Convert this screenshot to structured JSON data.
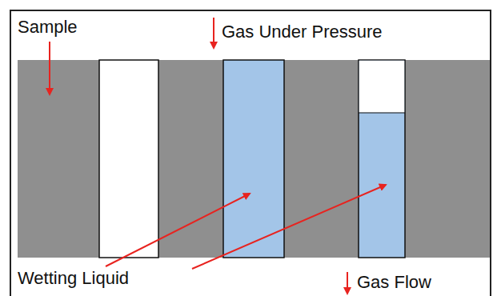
{
  "diagram": {
    "labels": [
      "Sample",
      "Gas Under Pressure",
      "Wetting Liquid",
      "Gas Flow"
    ]
  }
}
